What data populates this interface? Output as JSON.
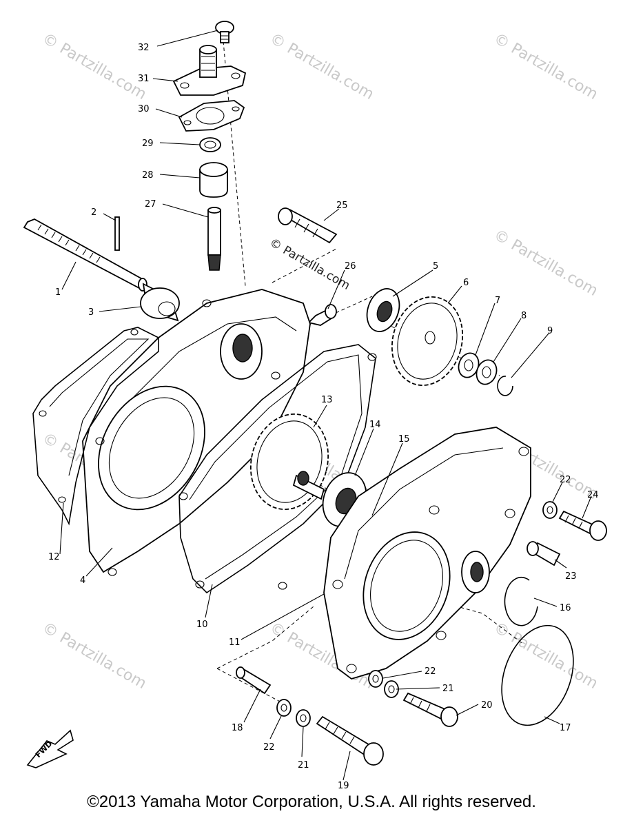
{
  "watermark": {
    "text": "© Partzilla.com"
  },
  "callouts": [
    "1",
    "2",
    "3",
    "4",
    "5",
    "6",
    "7",
    "8",
    "9",
    "10",
    "11",
    "12",
    "13",
    "14",
    "15",
    "16",
    "17",
    "18",
    "19",
    "20",
    "21",
    "22",
    "23",
    "24",
    "25",
    "26",
    "27",
    "28",
    "29",
    "30",
    "31",
    "32"
  ],
  "callouts_repeat": {
    "21b": "21",
    "22b": "22",
    "22c": "22"
  },
  "direction_marker": "FWD",
  "footer": {
    "copyright": "©2013 Yamaha Motor Corporation, U.S.A. All rights reserved."
  }
}
